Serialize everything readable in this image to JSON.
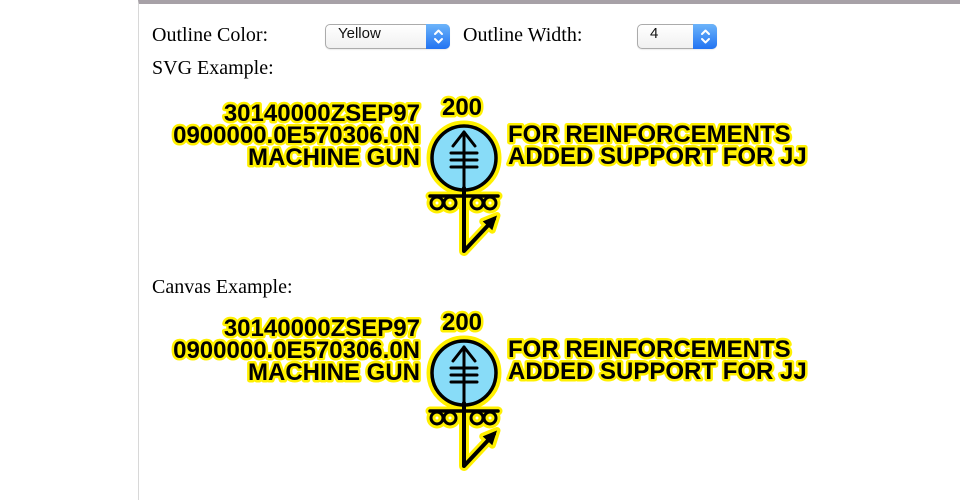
{
  "colors": {
    "halo": "#FFF000",
    "symbol_fill": "#88DCF8",
    "select_blue_top": "#6CB4FA",
    "select_blue_bottom": "#2273F2",
    "panel_border_top": "#A7A1A7",
    "panel_border_left": "#D8D8D8"
  },
  "controls": {
    "outline_color_label": "Outline Color:",
    "outline_color_value": "Yellow",
    "outline_width_label": "Outline Width:",
    "outline_width_value": "4"
  },
  "sections": {
    "svg_heading": "SVG Example:",
    "canvas_heading": "Canvas Example:"
  },
  "symbol": {
    "left_lines": [
      "30140000ZSEP97",
      "0900000.0E570306.0N",
      "MACHINE GUN"
    ],
    "top_label": "200",
    "right_lines": [
      "FOR REINFORCEMENTS",
      "ADDED SUPPORT FOR JJ"
    ]
  }
}
